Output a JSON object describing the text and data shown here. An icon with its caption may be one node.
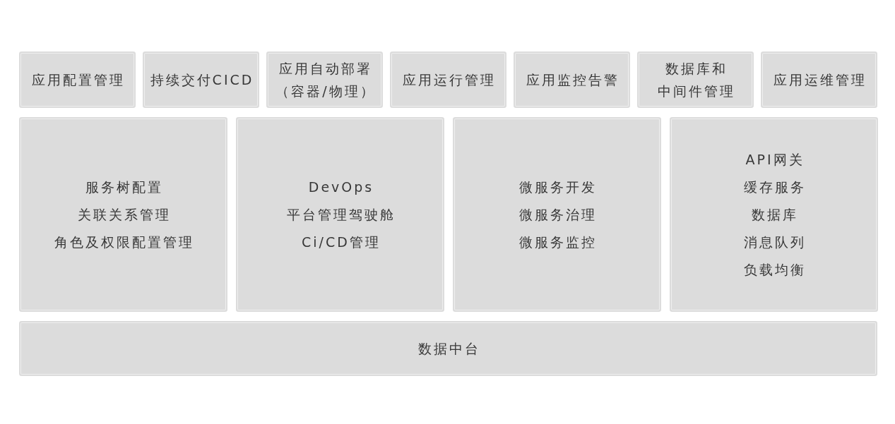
{
  "diagram": {
    "nodes": [
      {
        "text": [
          "应用配置管理"
        ]
      },
      {
        "text": [
          "持续交付CICD"
        ]
      },
      {
        "text": [
          "应用自动部署（容器/物理）"
        ]
      },
      {
        "text": [
          "应用运行管理"
        ]
      },
      {
        "text": [
          "应用监控告警"
        ]
      },
      {
        "text": [
          "数据库和中间件管理"
        ]
      },
      {
        "text": [
          "应用运维管理"
        ]
      },
      {
        "text": [
          "服务树配置",
          "关联关系管理",
          "角色及权限配置管理"
        ]
      },
      {
        "text": [
          "DevOps",
          "平台管理驾驶舱",
          "Ci/CD管理"
        ]
      },
      {
        "text": [
          "微服务开发",
          "微服务治理",
          "微服务监控"
        ]
      },
      {
        "text": [
          "API网关",
          "缓存服务",
          "数据库",
          "消息队列",
          "负载均衡"
        ]
      },
      {
        "text": [
          "数据中台"
        ]
      }
    ]
  }
}
